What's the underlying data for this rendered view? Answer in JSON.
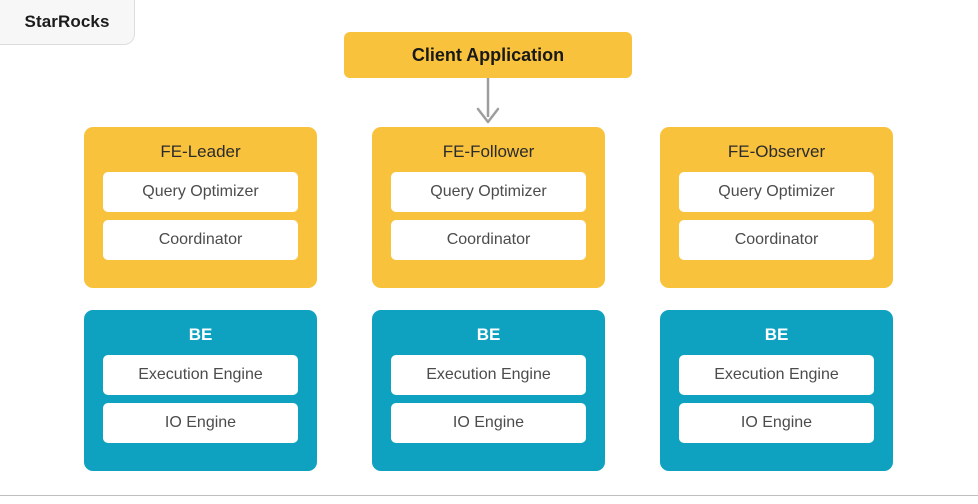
{
  "doc_tab": {
    "label": "StarRocks"
  },
  "diagram": {
    "client": {
      "label": "Client Application",
      "color": "#f9c23c"
    },
    "arrow": {
      "icon": "arrow-down-icon",
      "color": "#9e9e9e"
    },
    "columns": [
      {
        "fe": {
          "title": "FE-Leader",
          "color": "#f9c23c",
          "components": [
            "Query Optimizer",
            "Coordinator"
          ]
        },
        "be": {
          "title": "BE",
          "color": "#0fa2c0",
          "components": [
            "Execution Engine",
            "IO Engine"
          ]
        }
      },
      {
        "fe": {
          "title": "FE-Follower",
          "color": "#f9c23c",
          "components": [
            "Query Optimizer",
            "Coordinator"
          ]
        },
        "be": {
          "title": "BE",
          "color": "#0fa2c0",
          "components": [
            "Execution Engine",
            "IO Engine"
          ]
        }
      },
      {
        "fe": {
          "title": "FE-Observer",
          "color": "#f9c23c",
          "components": [
            "Query Optimizer",
            "Coordinator"
          ]
        },
        "be": {
          "title": "BE",
          "color": "#0fa2c0",
          "components": [
            "Execution Engine",
            "IO Engine"
          ]
        }
      }
    ]
  }
}
